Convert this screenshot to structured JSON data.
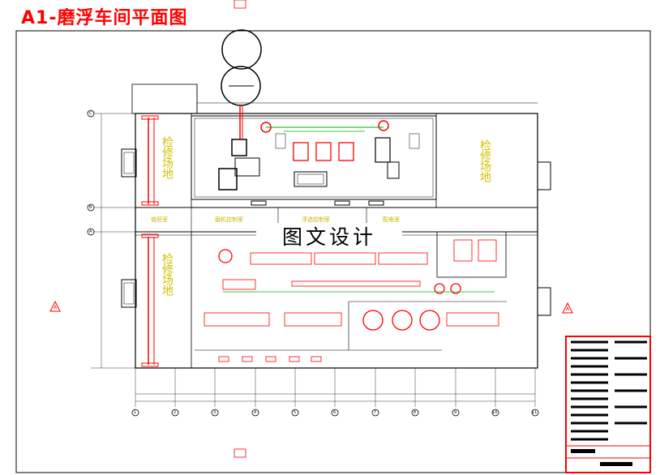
{
  "title": "A1-磨浮车间平面图",
  "watermark": "图文设计",
  "bays": {
    "top_left": "检修场地",
    "top_right": "检修场地",
    "bottom_left": "检修场地"
  },
  "rooms": [
    "值班室",
    "磨机控制室",
    "浮选控制室",
    "配电室"
  ],
  "axis_numbers": [
    "1",
    "2",
    "3",
    "4",
    "5",
    "6",
    "7",
    "8",
    "9",
    "10",
    "11"
  ],
  "row_markers": [
    "C",
    "B",
    "A"
  ],
  "section_marks": [
    "A",
    "A"
  ],
  "colors": {
    "title": "#ff0000",
    "walls": "#000000",
    "equipment": "#ff0000",
    "pipes": "#00b000",
    "labels": "#d4c000",
    "frame": "#ff0000"
  }
}
